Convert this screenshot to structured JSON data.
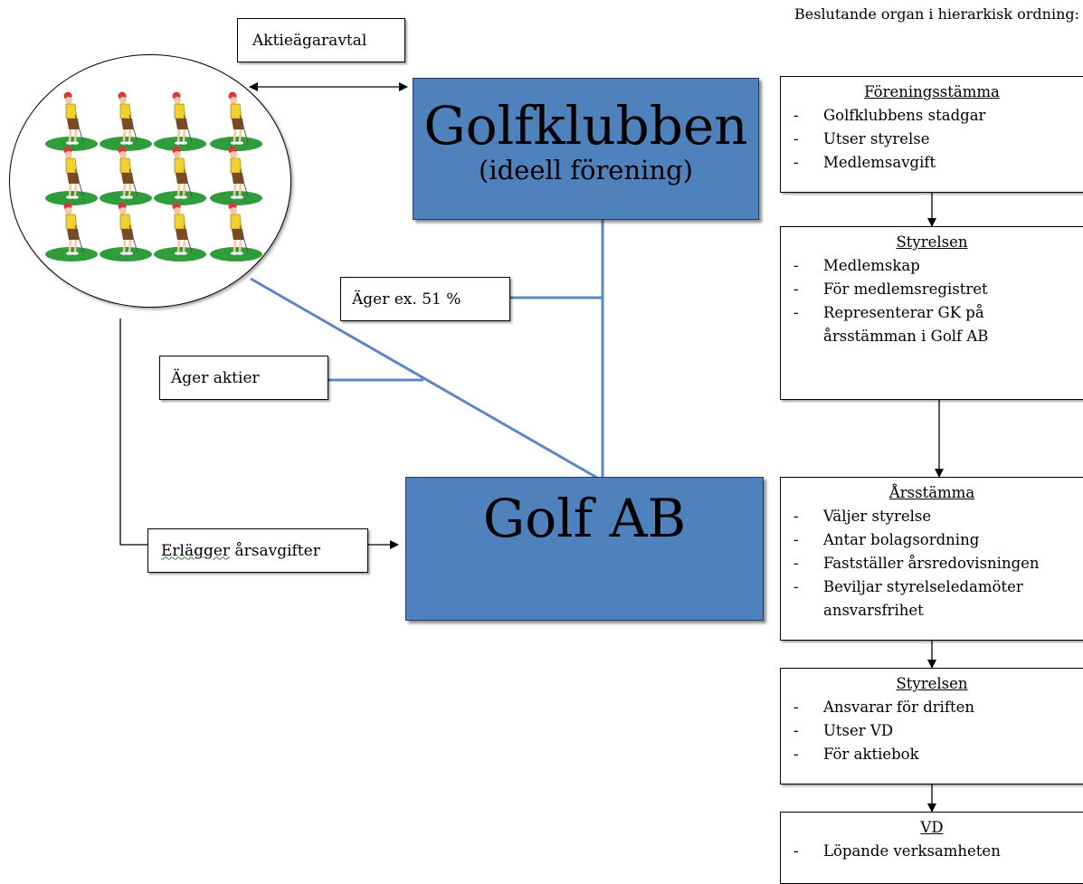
{
  "agreement_label": "Aktieägaravtal",
  "golfklubben": {
    "title": "Golfklubben",
    "subtitle": "(ideell förening)"
  },
  "golf_ab": {
    "title": "Golf AB"
  },
  "owns_majority_label": "Äger ex. 51 %",
  "owns_shares_label": "Äger aktier",
  "pays_fees_label": {
    "word1": "Erlägger",
    "rest": " årsavgifter"
  },
  "hierarchy_heading": "Beslutande organ i hierarkisk ordning:",
  "organs": [
    {
      "title": "Föreningsstämma",
      "items": [
        "Golfklubbens stadgar",
        "Utser styrelse",
        "Medlemsavgift"
      ]
    },
    {
      "title": "Styrelsen",
      "items": [
        "Medlemskap",
        "För medlemsregistret",
        "Representerar GK på årsstämman i Golf AB"
      ]
    },
    {
      "title": "Årsstämma",
      "items": [
        "Väljer styrelse",
        "Antar bolagsordning",
        "Fastställer årsredovisningen",
        "Beviljar styrelseledamöter ansvarsfrihet"
      ]
    },
    {
      "title": "Styrelsen",
      "items": [
        "Ansvarar för driften",
        "Utser VD",
        "För aktiebok"
      ]
    },
    {
      "title": "VD",
      "items": [
        "Löpande verksamheten"
      ]
    }
  ],
  "colors": {
    "entity_fill": "#4f81bd",
    "connector": "#5b87c6",
    "grass": "#2e9d3a"
  }
}
